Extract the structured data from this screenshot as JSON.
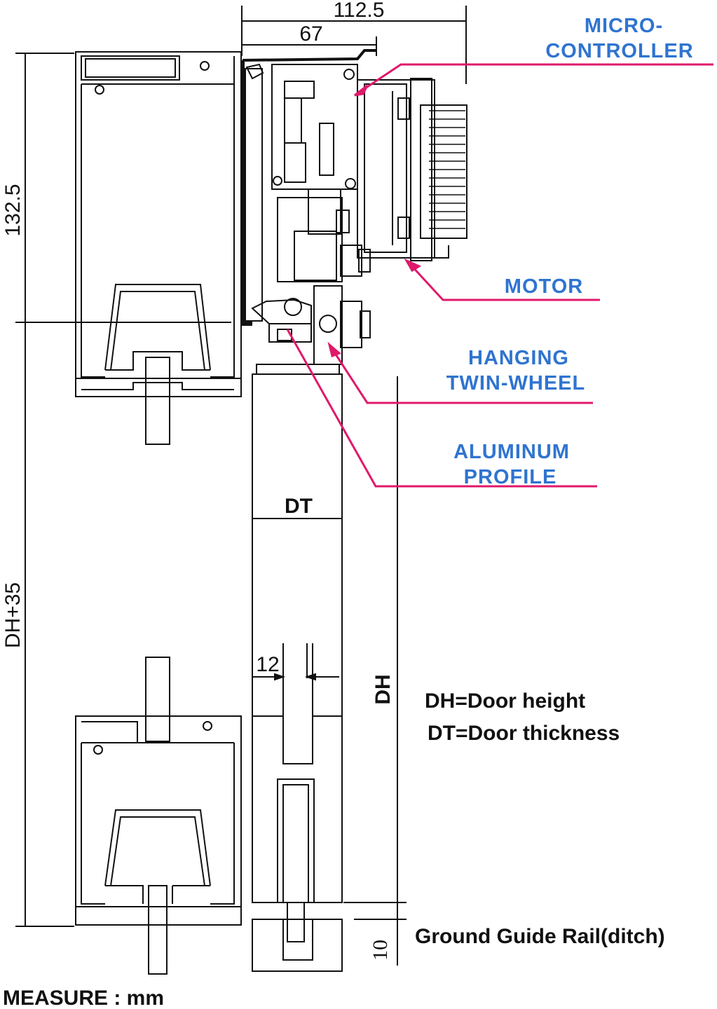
{
  "dimensions": {
    "overall_width": "112.5",
    "inner_width": "67",
    "top_height": "132.5",
    "total_height": "DH+35",
    "door_thickness": "DT",
    "gap": "12",
    "door_height": "DH",
    "rail_depth": "10"
  },
  "callouts": [
    {
      "line1": "MICRO-",
      "line2": "CONTROLLER"
    },
    {
      "line1": "MOTOR",
      "line2": ""
    },
    {
      "line1": "HANGING",
      "line2": "TWIN-WHEEL"
    },
    {
      "line1": "ALUMINUM",
      "line2": "PROFILE"
    }
  ],
  "legend": {
    "dh": "DH=Door height",
    "dt": "DT=Door thickness",
    "rail": "Ground Guide Rail(ditch)",
    "measure": "MEASURE :  mm"
  },
  "colors": {
    "line": "#111111",
    "leader": "#e0196a",
    "callout_text": "#2f74d0"
  }
}
